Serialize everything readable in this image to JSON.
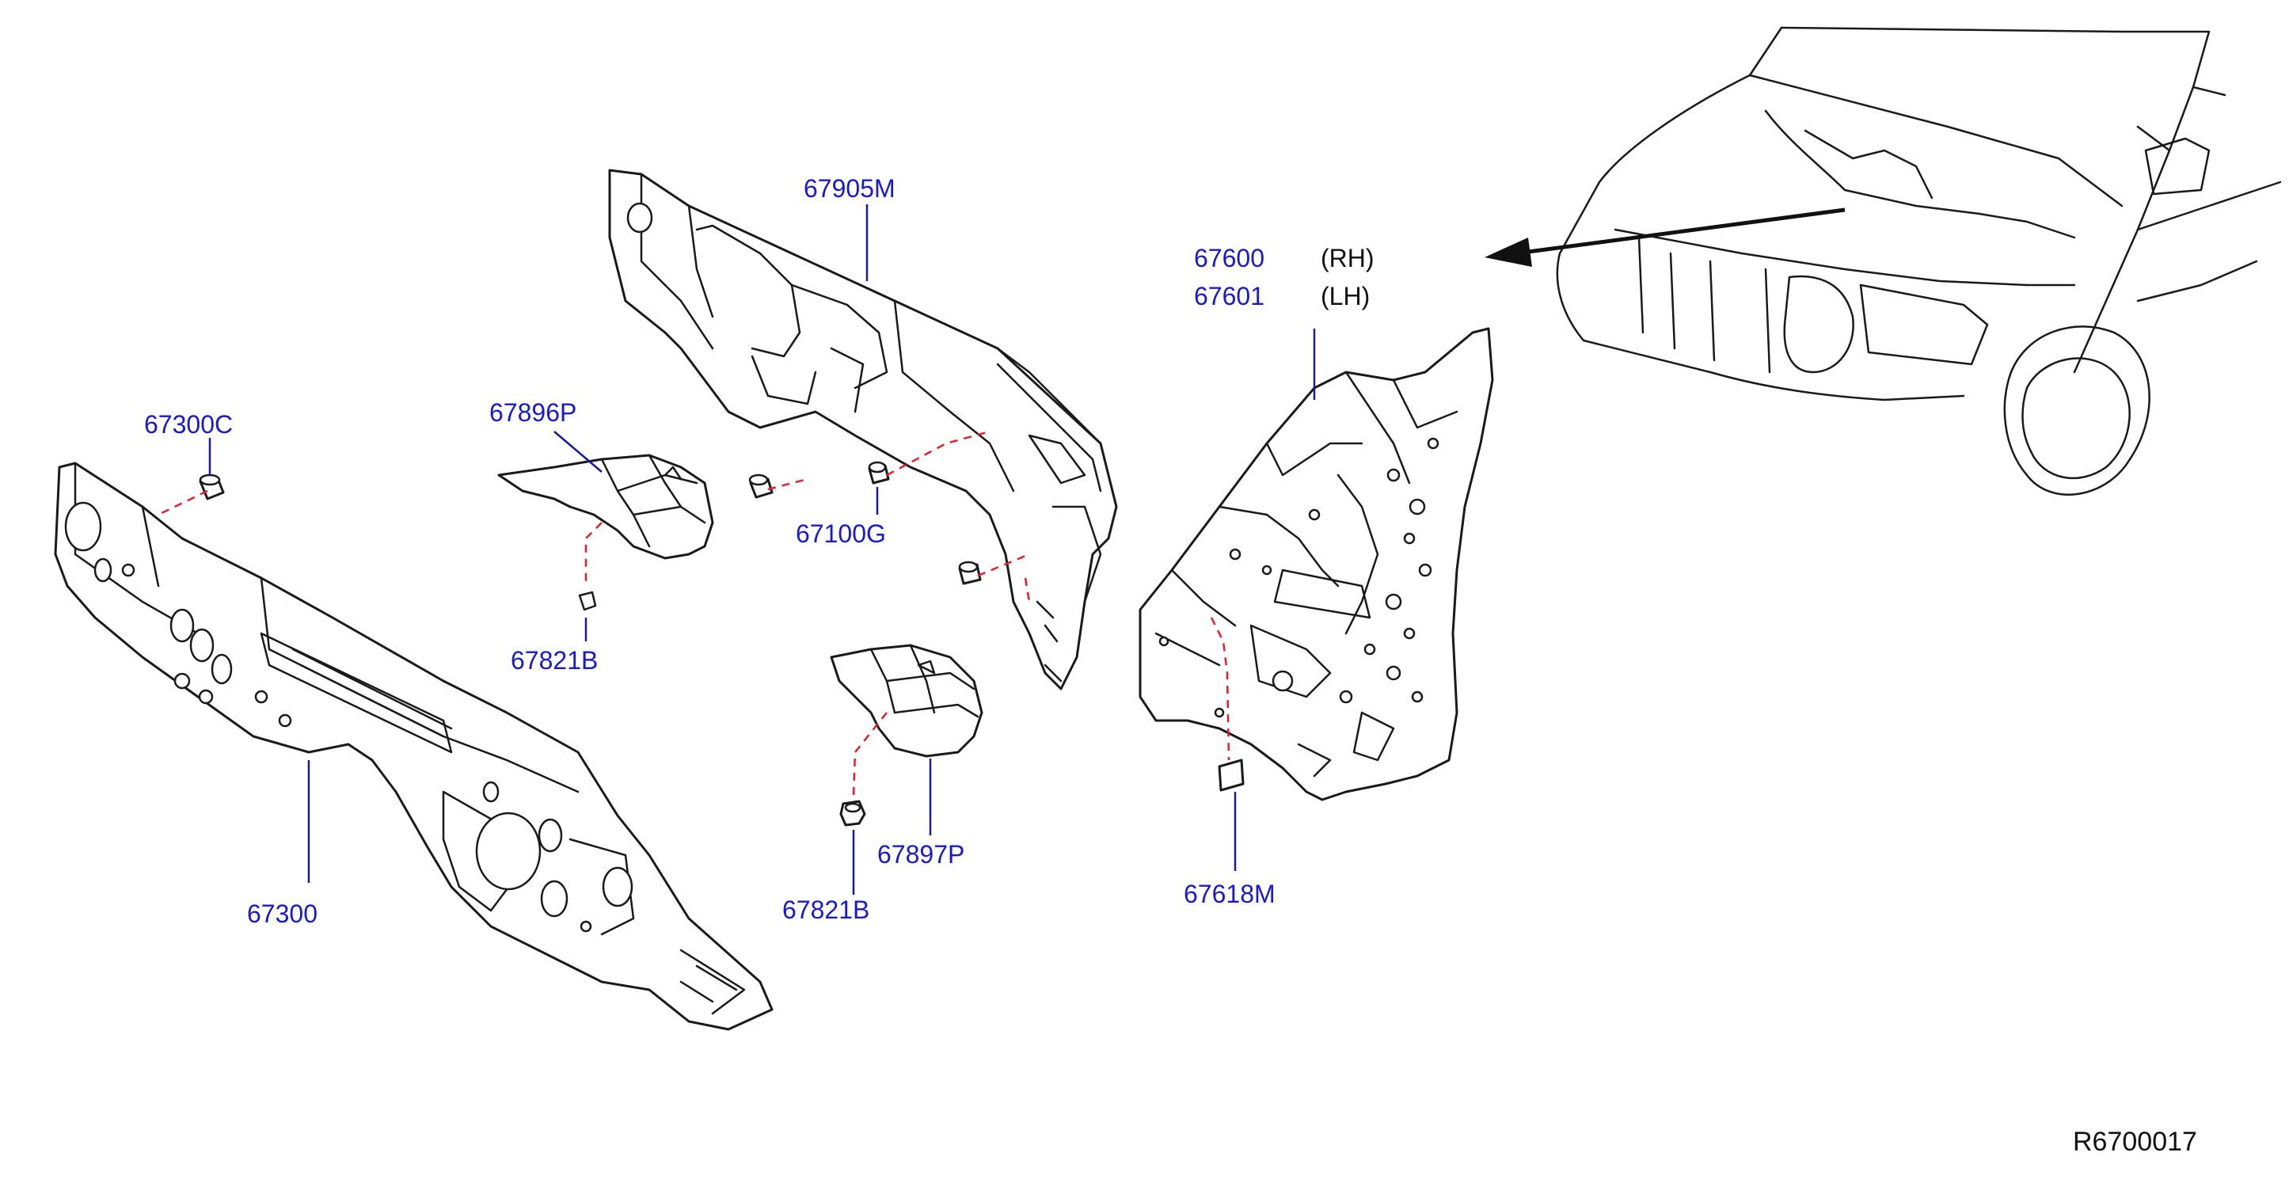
{
  "labels": {
    "p67905M": "67905M",
    "p67600": "67600",
    "p67601": "67601",
    "rh": "(RH)",
    "lh": "(LH)",
    "p67300C": "67300C",
    "p67896P": "67896P",
    "p67100G": "67100G",
    "p67821B_a": "67821B",
    "p67821B_b": "67821B",
    "p67897P": "67897P",
    "p67300": "67300",
    "p67618M": "67618M"
  },
  "reference_code": "R6700017",
  "colors": {
    "label": "#1a1acc",
    "leader": "#1a1a9a",
    "dashed_guide": "#e0202a",
    "outline": "#1a1a1a"
  }
}
